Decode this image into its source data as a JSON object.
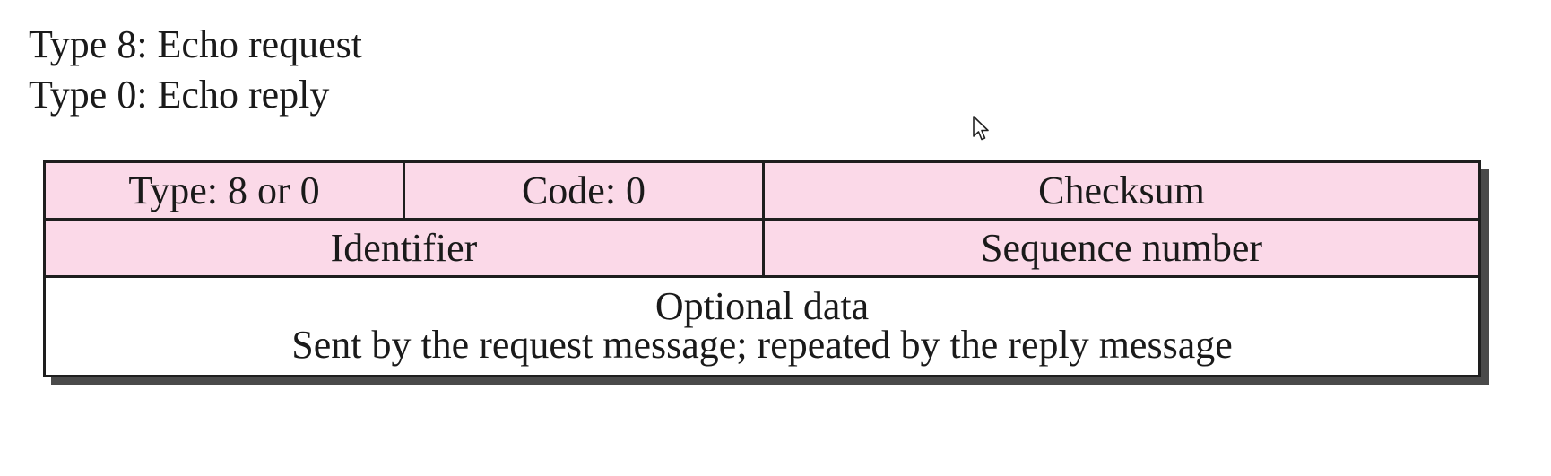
{
  "legend": {
    "line1": "Type 8: Echo request",
    "line2": "Type 0: Echo reply"
  },
  "packet": {
    "row1": {
      "type": "Type: 8 or 0",
      "code": "Code: 0",
      "checksum": "Checksum"
    },
    "row2": {
      "identifier": "Identifier",
      "sequence": "Sequence number"
    },
    "data": {
      "title": "Optional data",
      "description": "Sent by the request message; repeated by the reply message"
    }
  },
  "colors": {
    "header_fill": "#fbd9e8",
    "border": "#1e1e1e",
    "shadow": "#4a4a4a"
  },
  "icons": {
    "cursor": "mouse-pointer-icon"
  }
}
